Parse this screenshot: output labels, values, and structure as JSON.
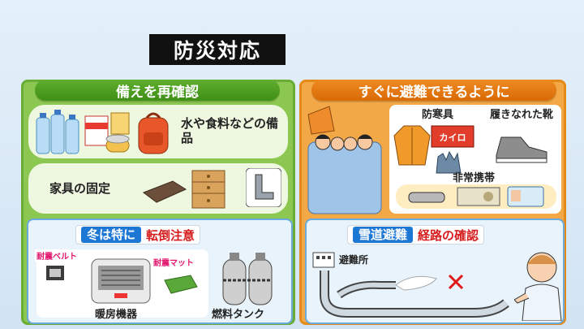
{
  "title": "防災対応",
  "left_panel": {
    "header": "備えを再確認",
    "rows": [
      {
        "text": "水や食料などの備品"
      },
      {
        "text": "家具の固定"
      }
    ],
    "winter": {
      "badge": "冬は特に",
      "text": "転倒注意",
      "heater_label": "暖房機器",
      "tank_label": "燃料タンク",
      "belt_tag": "耐震ベルト",
      "mat_tag": "耐震マット"
    }
  },
  "right_panel": {
    "header": "すぐに避難できるように",
    "items": {
      "cold_gear": "防寒具",
      "shoes": "履きなれた靴",
      "emergency": "非常携帯",
      "kairo": "カイロ"
    },
    "route": {
      "badge": "雪道避難",
      "text": "経路の確認",
      "shelter_label": "避難所"
    }
  },
  "colors": {
    "green": "#8cc851",
    "orange": "#f3a847",
    "blue_badge": "#1d77d4",
    "red_text": "#d61c1c"
  }
}
